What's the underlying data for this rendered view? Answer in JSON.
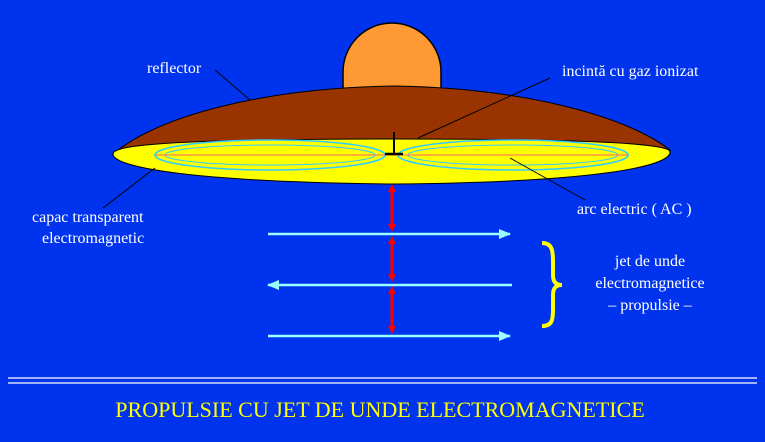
{
  "labels": {
    "reflector": "reflector",
    "chamber": "incintă cu gaz ionizat",
    "arc": "arc electric ( AC )",
    "cover_line1": "capac  transparent",
    "cover_line2": "electromagnetic",
    "jet_line1": "jet de unde",
    "jet_line2": "electromagnetice",
    "jet_line3": "– propulsie –",
    "title": "PROPULSIE  CU  JET  DE  UNDE  ELECTROMAGNETICE"
  },
  "colors": {
    "background": "#0033ee",
    "dome": "#ff9933",
    "reflector": "#993300",
    "cover": "#ffff00",
    "arc": "#33ccff",
    "wave_arrow": "#99ffff",
    "red_arrow": "#ff0000",
    "label_text": "#ffffff",
    "title_text": "#ffff00",
    "brace": "#ffff00"
  }
}
